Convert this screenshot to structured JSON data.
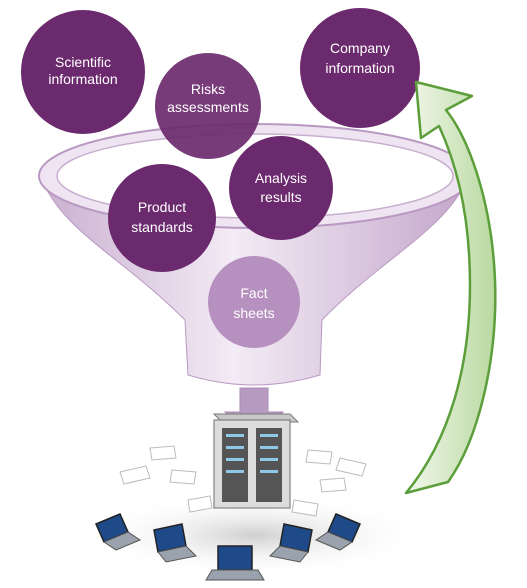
{
  "bubbles": {
    "scientific": [
      "Scientific",
      "information"
    ],
    "risks": [
      "Risks",
      "assessments"
    ],
    "company": [
      "Company",
      "information"
    ],
    "analysis": [
      "Analysis",
      "results"
    ],
    "product": [
      "Product",
      "standards"
    ],
    "fact": [
      "Fact",
      "sheets"
    ]
  },
  "colors": {
    "bubble_dark": "#6b2a6e",
    "bubble_light": "#b690bf",
    "funnel_light": "#f3ebf5",
    "funnel_dark": "#c9afd0",
    "arrow_green": "#5c9f3a",
    "arrow_green_light": "#e6f2dc",
    "down_arrow": "#b79ac0"
  },
  "icons": {
    "feedback": "curved-arrow-icon",
    "flow": "down-arrow-icon",
    "network": "server-network-icon",
    "clients": "laptop-icon"
  }
}
